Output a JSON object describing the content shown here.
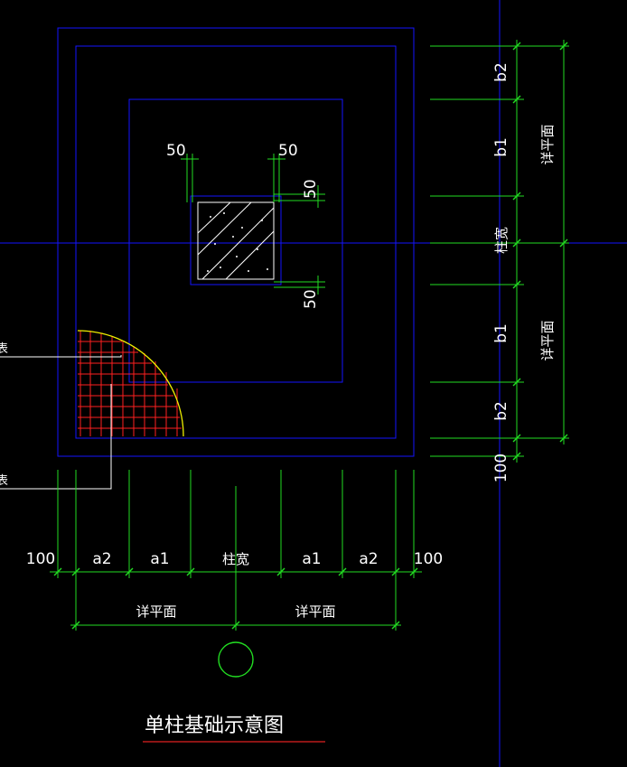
{
  "title": "单柱基础示意图",
  "colors": {
    "background": "#000000",
    "outline": "#1414ff",
    "dimension": "#22dd22",
    "text": "#ffffff",
    "rebar": "#ff2020",
    "arc": "#f0f000",
    "leader": "#ffffff",
    "title_underline": "#e02020"
  },
  "dimensions": {
    "bottom_row": [
      "100",
      "a2",
      "a1",
      "柱宽",
      "a1",
      "a2",
      "100"
    ],
    "bottom_total": [
      "详平面",
      "详平面"
    ],
    "right_column": [
      "b2",
      "b1",
      "柱宽",
      "b1",
      "b2",
      "100"
    ],
    "right_total": [
      "详平面",
      "详平面"
    ],
    "column_offsets": [
      "50",
      "50",
      "50",
      "50"
    ]
  },
  "leaders": [
    "钢筋表",
    "钢筋表"
  ]
}
